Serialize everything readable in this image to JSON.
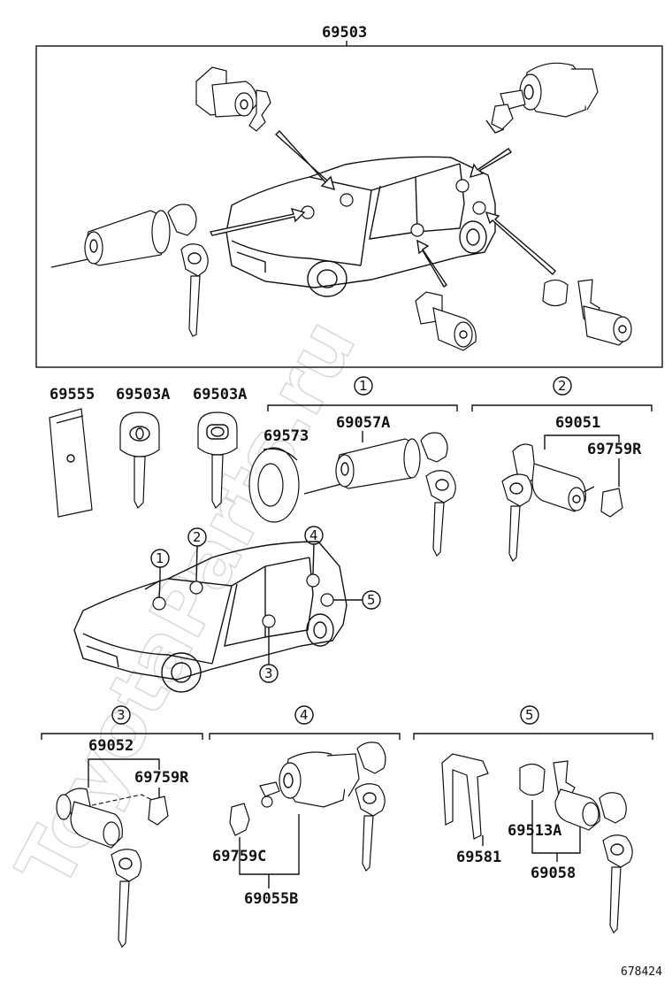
{
  "diagram": {
    "top_part": "69503",
    "labels": {
      "p69555": "69555",
      "p69503A_1": "69503A",
      "p69503A_2": "69503A",
      "p69573": "69573",
      "p69057A": "69057A",
      "p69051": "69051",
      "p69759R_1": "69759R",
      "p69052": "69052",
      "p69759R_2": "69759R",
      "p69759C": "69759C",
      "p69055B": "69055B",
      "p69513A": "69513A",
      "p69581": "69581",
      "p69058": "69058"
    },
    "callouts": [
      "1",
      "2",
      "3",
      "4",
      "5"
    ],
    "figure_number": "678424",
    "watermark": "ToyotaParts.ru"
  }
}
